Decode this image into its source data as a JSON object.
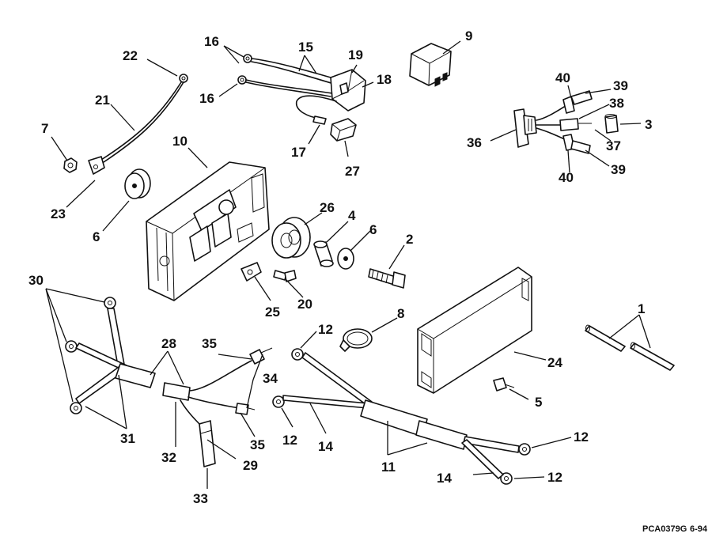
{
  "figure": {
    "code": "PCA0379G",
    "date": "6-94"
  },
  "callouts": [
    {
      "id": "c1",
      "label": "1"
    },
    {
      "id": "c2",
      "label": "2"
    },
    {
      "id": "c3",
      "label": "3"
    },
    {
      "id": "c4",
      "label": "4"
    },
    {
      "id": "c5",
      "label": "5"
    },
    {
      "id": "c6a",
      "label": "6"
    },
    {
      "id": "c6b",
      "label": "6"
    },
    {
      "id": "c7",
      "label": "7"
    },
    {
      "id": "c8",
      "label": "8"
    },
    {
      "id": "c9",
      "label": "9"
    },
    {
      "id": "c10",
      "label": "10"
    },
    {
      "id": "c11",
      "label": "11"
    },
    {
      "id": "c12a",
      "label": "12"
    },
    {
      "id": "c12b",
      "label": "12"
    },
    {
      "id": "c12c",
      "label": "12"
    },
    {
      "id": "c12d",
      "label": "12"
    },
    {
      "id": "c14a",
      "label": "14"
    },
    {
      "id": "c14b",
      "label": "14"
    },
    {
      "id": "c15",
      "label": "15"
    },
    {
      "id": "c16a",
      "label": "16"
    },
    {
      "id": "c16b",
      "label": "16"
    },
    {
      "id": "c17",
      "label": "17"
    },
    {
      "id": "c18",
      "label": "18"
    },
    {
      "id": "c19",
      "label": "19"
    },
    {
      "id": "c20",
      "label": "20"
    },
    {
      "id": "c21",
      "label": "21"
    },
    {
      "id": "c22",
      "label": "22"
    },
    {
      "id": "c23",
      "label": "23"
    },
    {
      "id": "c24",
      "label": "24"
    },
    {
      "id": "c25",
      "label": "25"
    },
    {
      "id": "c26",
      "label": "26"
    },
    {
      "id": "c27",
      "label": "27"
    },
    {
      "id": "c28",
      "label": "28"
    },
    {
      "id": "c29",
      "label": "29"
    },
    {
      "id": "c30",
      "label": "30"
    },
    {
      "id": "c31",
      "label": "31"
    },
    {
      "id": "c32",
      "label": "32"
    },
    {
      "id": "c33",
      "label": "33"
    },
    {
      "id": "c34",
      "label": "34"
    },
    {
      "id": "c35a",
      "label": "35"
    },
    {
      "id": "c35b",
      "label": "35"
    },
    {
      "id": "c36",
      "label": "36"
    },
    {
      "id": "c37",
      "label": "37"
    },
    {
      "id": "c38",
      "label": "38"
    },
    {
      "id": "c39a",
      "label": "39"
    },
    {
      "id": "c39b",
      "label": "39"
    },
    {
      "id": "c40a",
      "label": "40"
    },
    {
      "id": "c40b",
      "label": "40"
    }
  ]
}
